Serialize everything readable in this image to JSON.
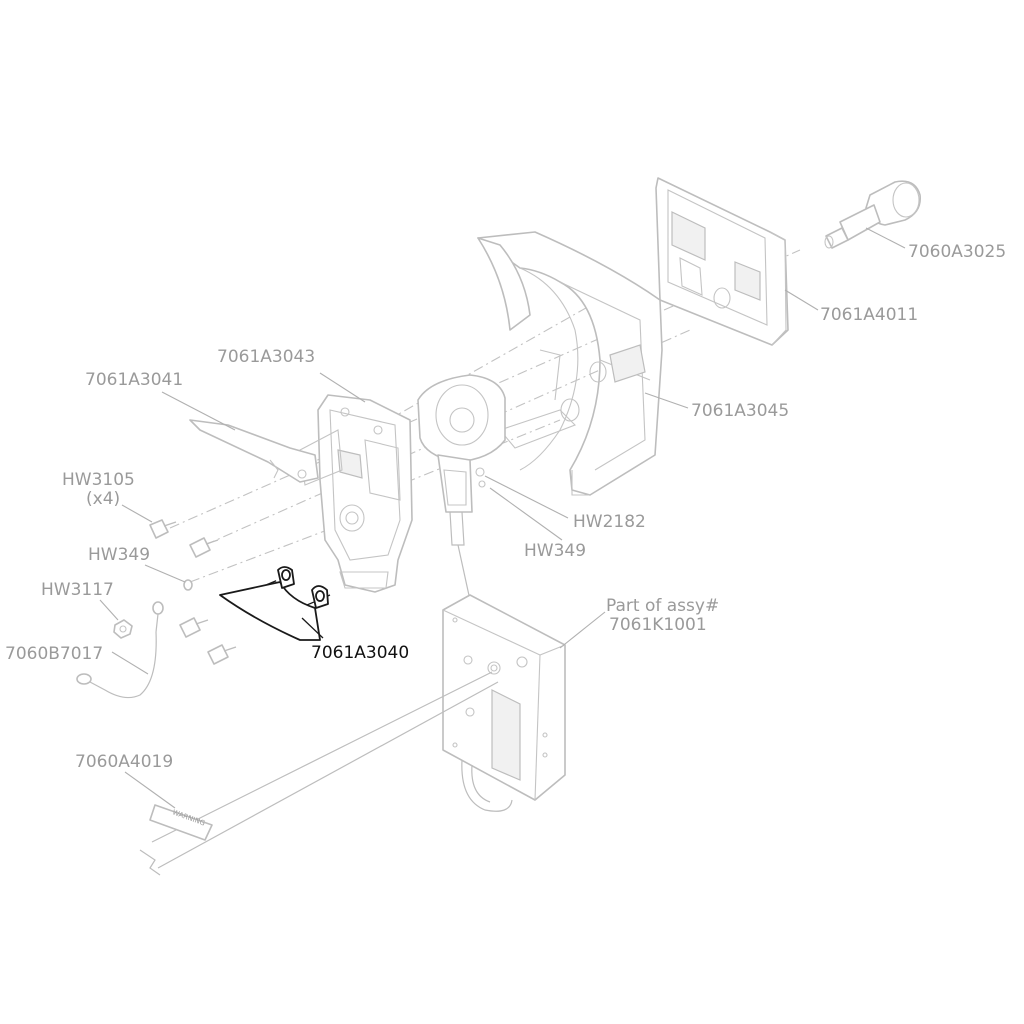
{
  "diagram": {
    "highlighted_part": "7061A3040",
    "accent_color": "#111111",
    "muted_color": "#9a9a9a",
    "labels": {
      "p7060A3025": "7060A3025",
      "p7061A4011": "7061A4011",
      "p7061A3045": "7061A3045",
      "p7061A3043": "7061A3043",
      "p7061A3041": "7061A3041",
      "hw3105": "HW3105",
      "hw3105_qty": "(x4)",
      "hw349_left": "HW349",
      "hw3117": "HW3117",
      "p7060B7017": "7060B7017",
      "hw2182": "HW2182",
      "hw349_right": "HW349",
      "p7061A3040": "7061A3040",
      "assy_line1": "Part of assy#",
      "assy_line2": "7061K1001",
      "p7060A4019": "7060A4019",
      "warning_tag": "WARNING"
    }
  }
}
